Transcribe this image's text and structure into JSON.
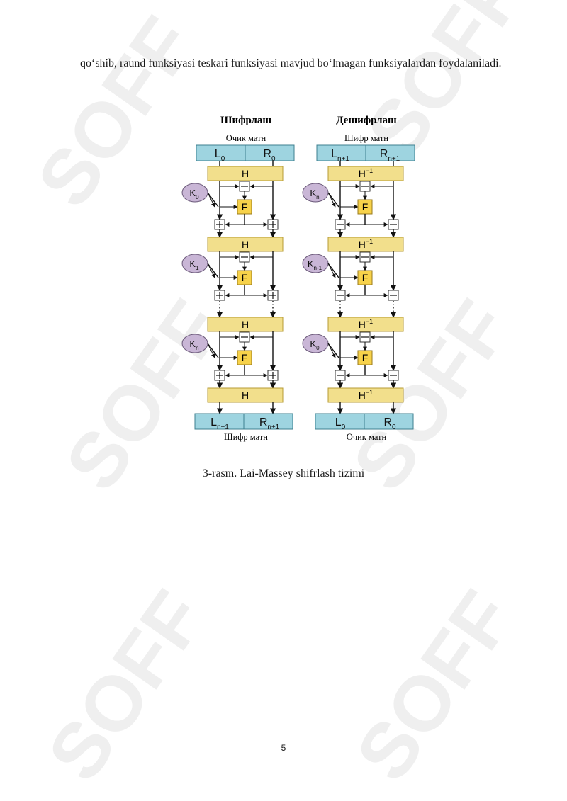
{
  "page": {
    "paragraph": "qo‘shib, raund funksiyasi teskari funksiyasi mavjud bo‘lmagan funksiyalardan foydalaniladi.",
    "caption": "3-rasm. Lai-Massey shifrlash tizimi",
    "page_number": "5",
    "watermark_text": "SOFF"
  },
  "diagram": {
    "encrypt": {
      "title": "Шифрлаш",
      "top_label": "Очик матн",
      "bottom_label": "Шифр матн",
      "input": {
        "left_base": "L",
        "left_sub": "0",
        "right_base": "R",
        "right_sub": "0"
      },
      "output": {
        "left_base": "L",
        "left_sub": "n+1",
        "right_base": "R",
        "right_sub": "n+1"
      },
      "h_label": "H",
      "f_label": "F",
      "keys": [
        {
          "base": "K",
          "sub": "0"
        },
        {
          "base": "K",
          "sub": "1"
        },
        {
          "base": "K",
          "sub": "n"
        }
      ],
      "mix_op": "+",
      "sub_op": "−"
    },
    "decrypt": {
      "title": "Дешифрлаш",
      "top_label": "Шифр матн",
      "bottom_label": "Очик матн",
      "input": {
        "left_base": "L",
        "left_sub": "n+1",
        "right_base": "R",
        "right_sub": "n+1"
      },
      "output": {
        "left_base": "L",
        "left_sub": "0",
        "right_base": "R",
        "right_sub": "0"
      },
      "h_label": "H",
      "h_sup": "−1",
      "f_label": "F",
      "keys": [
        {
          "base": "K",
          "sub": "n"
        },
        {
          "base": "K",
          "sub": "n-1"
        },
        {
          "base": "K",
          "sub": "0"
        }
      ],
      "mix_op": "−",
      "sub_op": "−"
    },
    "colors": {
      "state_box": "#9ed4e0",
      "h_box": "#f2df8c",
      "f_box": "#f7d24a",
      "key_oval": "#c9b6d6",
      "watermark": "#eeeeee"
    }
  }
}
